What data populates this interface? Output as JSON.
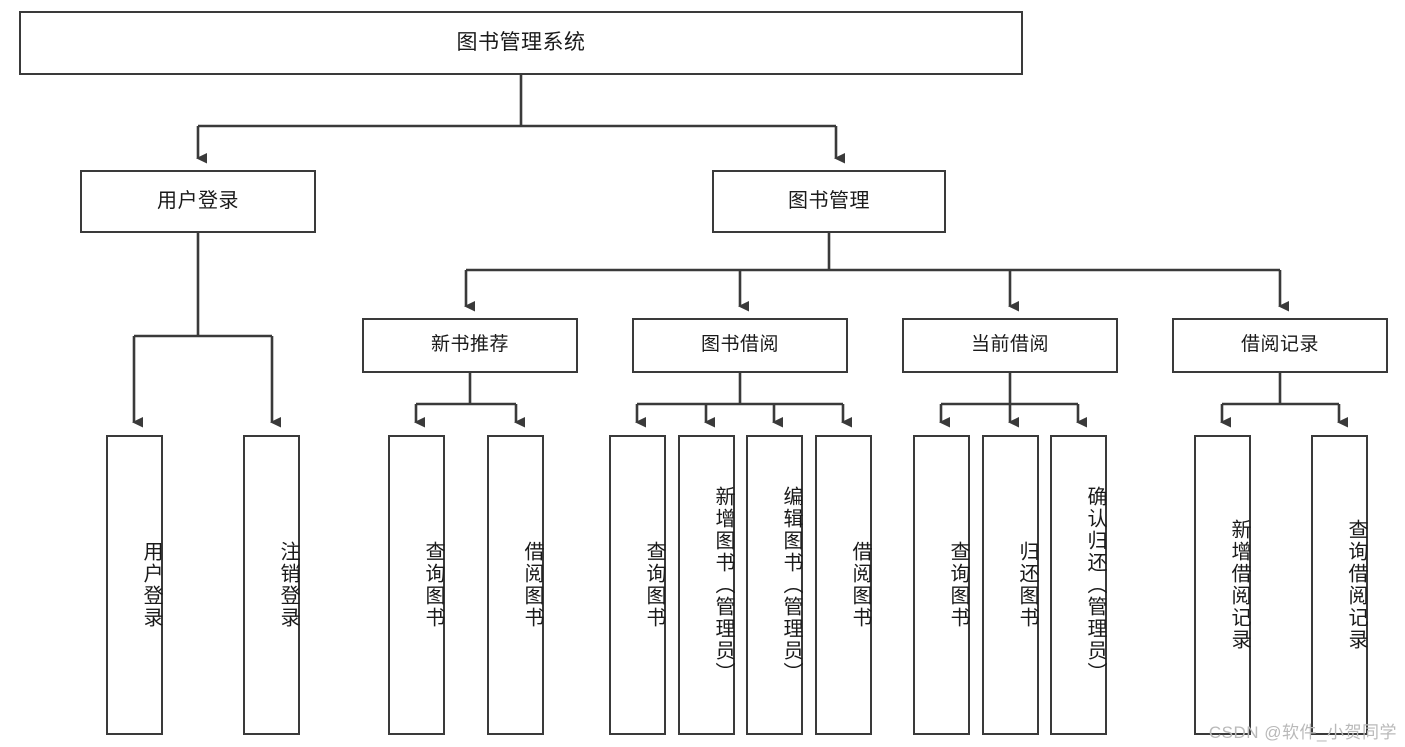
{
  "diagram": {
    "title": "图书管理系统",
    "watermark": "CSDN @软件_小贺同学",
    "stroke_color": "#3a3a3a",
    "text_color": "#1a1a1a",
    "background_color": "#ffffff",
    "type": "tree-hierarchy-diagram"
  },
  "root": {
    "label": "图书管理系统"
  },
  "level2": [
    {
      "label": "用户登录"
    },
    {
      "label": "图书管理"
    }
  ],
  "level3": [
    {
      "label": "新书推荐"
    },
    {
      "label": "图书借阅"
    },
    {
      "label": "当前借阅"
    },
    {
      "label": "借阅记录"
    }
  ],
  "leaves": {
    "user_login": [
      {
        "label": "用户登录"
      },
      {
        "label": "注销登录"
      }
    ],
    "new_book": [
      {
        "label": "查询图书"
      },
      {
        "label": "借阅图书"
      }
    ],
    "book_borrow": [
      {
        "label": "查询图书"
      },
      {
        "label": "新增图书（管理员）"
      },
      {
        "label": "编辑图书（管理员）"
      },
      {
        "label": "借阅图书"
      }
    ],
    "current_borrow": [
      {
        "label": "查询图书"
      },
      {
        "label": "归还图书"
      },
      {
        "label": "确认归还（管理员）"
      }
    ],
    "borrow_record": [
      {
        "label": "新增借阅记录"
      },
      {
        "label": "查询借阅记录"
      }
    ]
  }
}
